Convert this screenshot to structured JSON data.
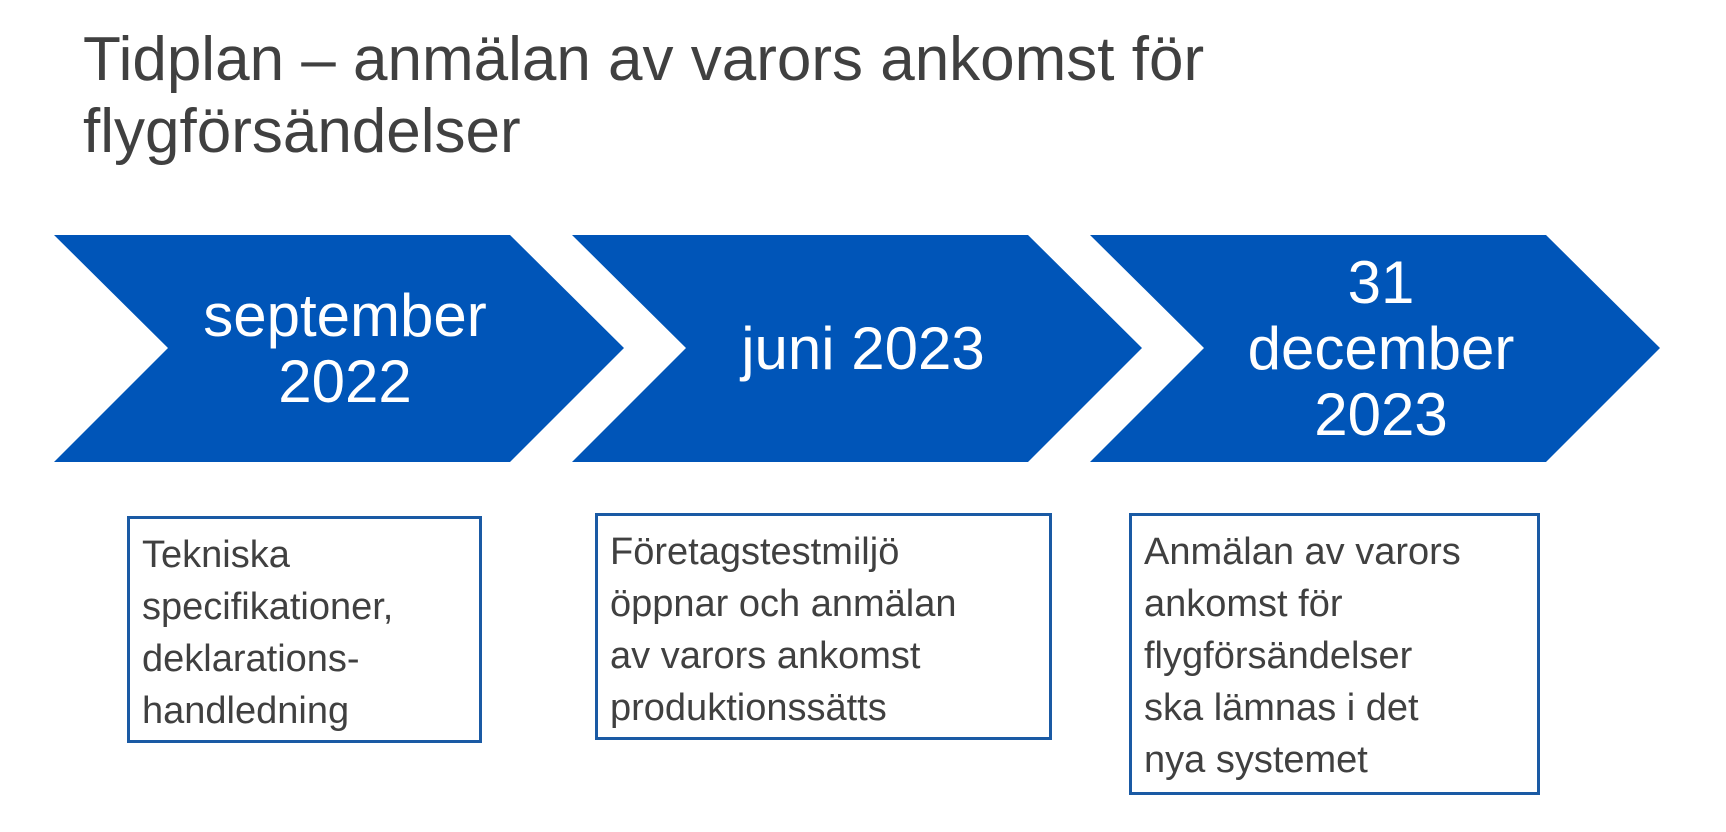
{
  "title": "Tidplan – anmälan av varors ankomst för\nflygförsändelser",
  "colors": {
    "chevron": "#0055b8",
    "box_border": "#1a5aa4",
    "text": "#404040"
  },
  "timeline": [
    {
      "label": "september\n2022",
      "description": "Tekniska\nspecifikationer,\ndeklarations-\nhandledning"
    },
    {
      "label": "juni 2023",
      "description": "Företagstestmiljö\nöppnar och anmälan\nav varors ankomst\nproduktionssätts"
    },
    {
      "label": "31\ndecember\n2023",
      "description": "Anmälan av varors\nankomst för\nflygförsändelser\nska lämnas i det\nnya systemet"
    }
  ]
}
